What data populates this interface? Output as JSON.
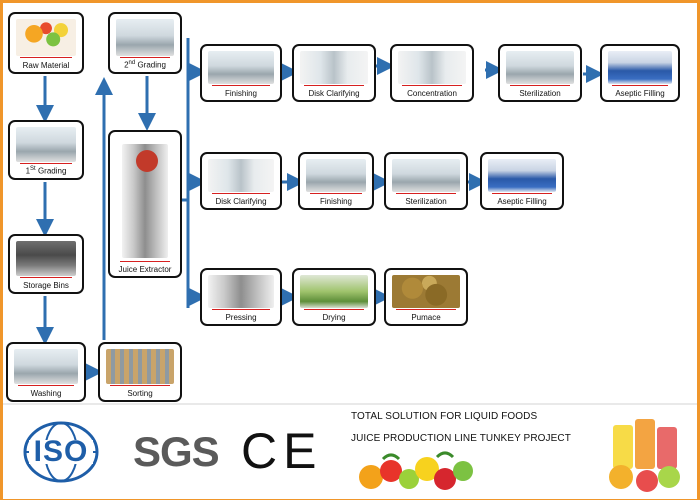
{
  "nodes": {
    "raw_material": "Raw Material",
    "grading2_prefix": "2",
    "grading2_sup": "nd",
    "grading2_suffix": " Grading",
    "grading1_prefix": "1",
    "grading1_sup": "St",
    "grading1_suffix": " Grading",
    "storage_bins": "Storage Bins",
    "washing": "Washing",
    "sorting": "Sorting",
    "juice_extractor": "Juice Extractor",
    "finishing_a": "Finishing",
    "disk_clarifying_a": "Disk Clarifying",
    "concentration": "Concentration",
    "sterilization_a": "Sterilization",
    "aseptic_filling_a": "Aseptic Filling",
    "disk_clarifying_b": "Disk Clarifying",
    "finishing_b": "Finishing",
    "sterilization_b": "Sterilization",
    "aseptic_filling_b": "Aseptic Filling",
    "pressing": "Pressing",
    "drying": "Drying",
    "pumace": "Pumace"
  },
  "footer": {
    "iso": "ISO",
    "sgs": "SGS",
    "ce": "CE",
    "tagline1": "TOTAL SOLUTION FOR LIQUID FOODS",
    "tagline2": "JUICE PRODUCTION LINE TUNKEY PROJECT"
  },
  "colors": {
    "frame": "#f0962a",
    "arrow": "#2f6fb0",
    "iso_blue": "#1e5ea8",
    "sgs_gray": "#5a5a5a"
  }
}
